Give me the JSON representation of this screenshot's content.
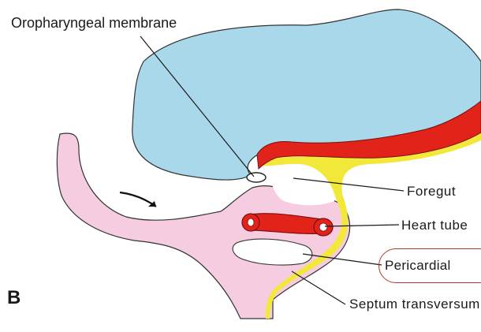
{
  "diagram": {
    "panel_letter": "B",
    "labels": {
      "oropharyngeal_membrane": "Oropharyngeal membrane",
      "foregut": "Foregut",
      "heart_tube": "Heart tube",
      "pericardial": "Pericardial",
      "septum_transversum": "Septum transversum"
    },
    "colors": {
      "neural_blue": "#a8d8ea",
      "endoderm_pink": "#f6cde0",
      "heart_red": "#e2231a",
      "yellow_border": "#f2e83a",
      "highlight_outline": "#b33a2a"
    }
  }
}
